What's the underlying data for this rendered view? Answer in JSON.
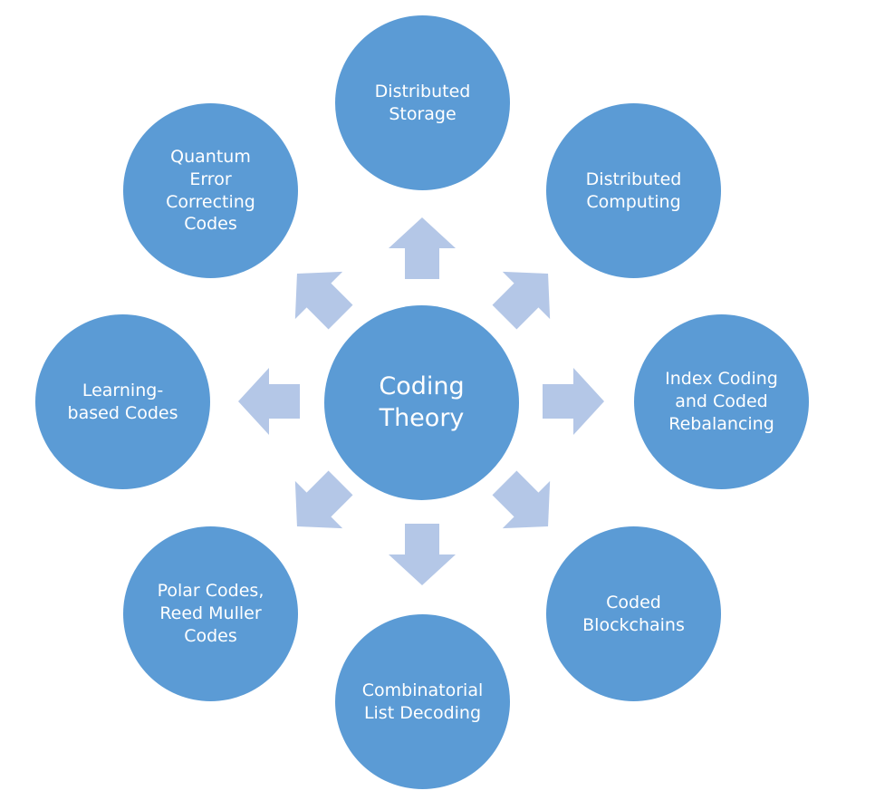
{
  "diagram": {
    "hub": {
      "label": "Coding\nTheory"
    },
    "topics": [
      {
        "id": "distributed-storage",
        "label": "Distributed\nStorage"
      },
      {
        "id": "distributed-computing",
        "label": "Distributed\nComputing"
      },
      {
        "id": "index-coding",
        "label": "Index Coding\nand Coded\nRebalancing"
      },
      {
        "id": "coded-blockchains",
        "label": "Coded\nBlockchains"
      },
      {
        "id": "combinatorial-list-decoding",
        "label": "Combinatorial\nList Decoding"
      },
      {
        "id": "polar-codes",
        "label": "Polar Codes,\nReed Muller\nCodes"
      },
      {
        "id": "learning-based-codes",
        "label": "Learning-\nbased Codes"
      },
      {
        "id": "quantum-codes",
        "label": "Quantum\nError\nCorrecting\nCodes"
      }
    ],
    "colors": {
      "node_fill": "#5b9bd5",
      "node_text": "#ffffff",
      "arrow_fill": "#b4c7e7"
    }
  }
}
